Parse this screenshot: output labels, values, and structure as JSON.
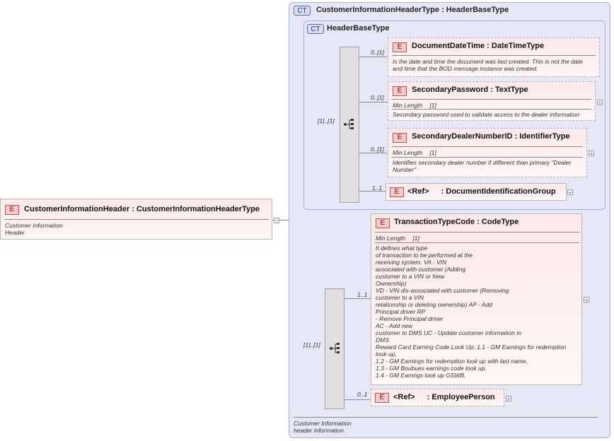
{
  "root": {
    "name": "CustomerInformationHeader",
    "type": "CustomerInformationHeaderType",
    "doc_line1": "Customer Information",
    "doc_line2": "Header"
  },
  "outer_type": {
    "badge": "CT",
    "name": "CustomerInformationHeaderType",
    "base": "HeaderBaseType",
    "doc_line1": "Customer Information",
    "doc_line2": "header information."
  },
  "inner_type": {
    "badge": "CT",
    "name": "HeaderBaseType"
  },
  "sequences": {
    "inner_card": "[1]..[1]",
    "outer_card": "[1]..[1]"
  },
  "elements": [
    {
      "badge": "E",
      "name": "DocumentDateTime",
      "type": "DateTimeType",
      "card": "0..[1]",
      "doc": [
        "Is the date and time the document was last created. This is not the date",
        "and time that the BOD message instance was created."
      ]
    },
    {
      "badge": "E",
      "name": "SecondaryPassword",
      "type": "TextType",
      "card": "0..[1]",
      "facet_label": "Min Length",
      "facet_value": "[1]",
      "doc": [
        "Secondary password used to validate access to the dealer information"
      ]
    },
    {
      "badge": "E",
      "name": "SecondaryDealerNumberID",
      "type": "IdentifierType",
      "card": "0..[1]",
      "facet_label": "Min Length",
      "facet_value": "[1]",
      "doc": [
        "Identifies secondary dealer number if different than primary \"Dealer",
        "Number\""
      ]
    },
    {
      "badge": "E",
      "name": "<Ref>",
      "type": "DocumentIdentificationGroup",
      "card": "1..1"
    },
    {
      "badge": "E",
      "name": "TransactionTypeCode",
      "type": "CodeType",
      "card": "1..1",
      "facet_label": "Min Length",
      "facet_value": "[1]",
      "doc": [
        "It defines what type",
        "of transaction to be performed at the",
        "receiving system. VA - VIN",
        "associated with customer (Adding",
        "customer to a VIN or New",
        "Ownership)",
        "VD - VIN dis-associated with customer (Removing",
        "customer to a VIN",
        "relationship or deleting ownership) AP - Add",
        "Principal driver RP",
        "- Remove Principal driver",
        "AC - Add new",
        "customer to DMS UC - Update customer information in",
        "DMS",
        "Reward Card Earning Code Look Up: 1.1 - GM Earnings for redemption",
        "look up,",
        "1.2 - GM Earnings for redemption look up with last name,",
        "1.3 - GM Boubues earnings code look up,",
        "1.4 - GM Earnngs look up GSWB,"
      ]
    },
    {
      "badge": "E",
      "name": "<Ref>",
      "type": "EmployeePerson",
      "card": "0..1"
    }
  ],
  "symbols": {
    "collapse": "−",
    "expand": "+"
  }
}
